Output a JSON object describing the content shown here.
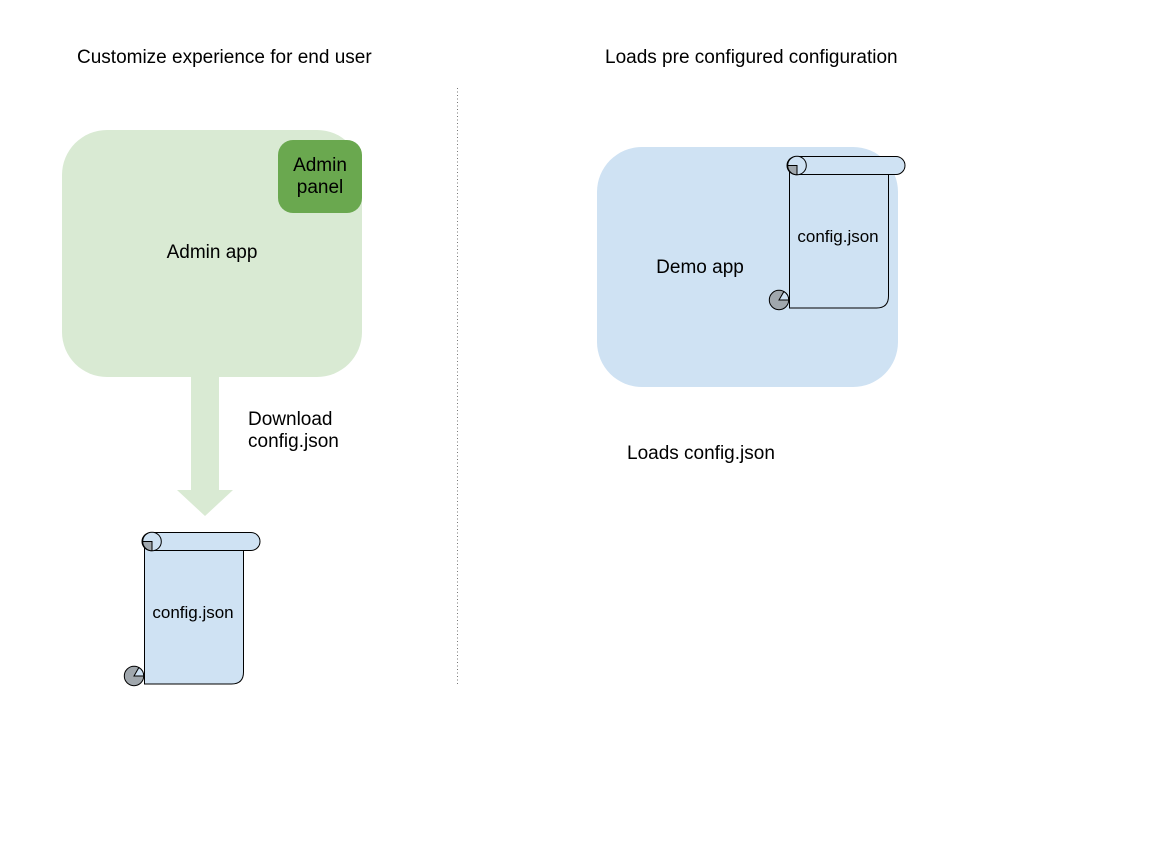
{
  "colors": {
    "admin_app_fill": "#d9ead3",
    "admin_panel_fill": "#6aa84f",
    "arrow_fill": "#d9ead3",
    "demo_app_fill": "#cfe2f3",
    "scroll_fill": "#cfe2f3",
    "scroll_curl_fill": "#a0a7ad",
    "outline": "#000000",
    "divider": "#777777",
    "text": "#000000"
  },
  "left_section": {
    "title": "Customize experience for end user",
    "admin_app_label": "Admin app",
    "admin_panel_label": "Admin panel",
    "arrow_label": "Download\nconfig.json",
    "config_file_label": "config.json"
  },
  "right_section": {
    "title": "Loads pre configured configuration",
    "demo_app_label": "Demo app",
    "config_file_label": "config.json",
    "caption": "Loads config.json"
  }
}
